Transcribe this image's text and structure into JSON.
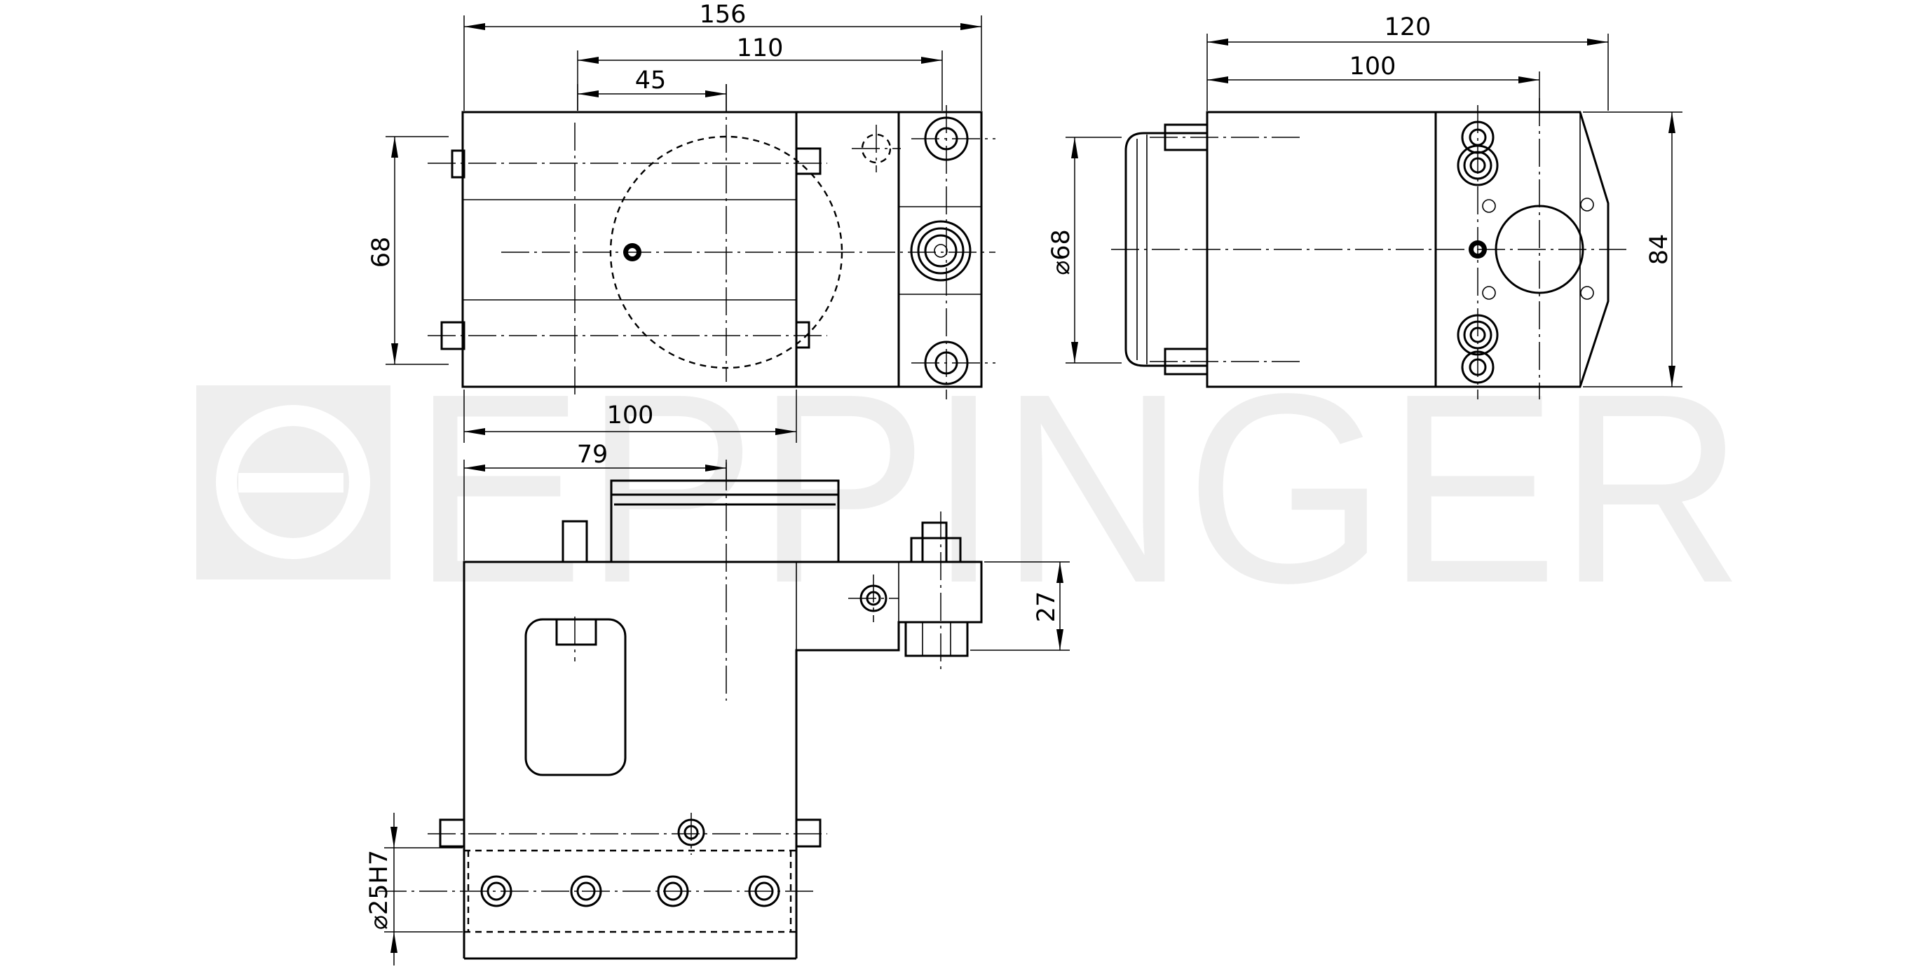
{
  "watermark": {
    "text": "EPPINGER",
    "color": "#eeeeee"
  },
  "dimensions": {
    "top_view": {
      "overall_width": "156",
      "width_110": "110",
      "width_45": "45",
      "height": "68",
      "bottom_width": "100"
    },
    "side_view": {
      "overall_width": "120",
      "width_100": "100",
      "diameter": "⌀68",
      "height": "84"
    },
    "front_view": {
      "width_79": "79",
      "height_27": "27",
      "bore": "⌀25H7"
    }
  },
  "colors": {
    "line": "#000000",
    "background": "#ffffff"
  }
}
